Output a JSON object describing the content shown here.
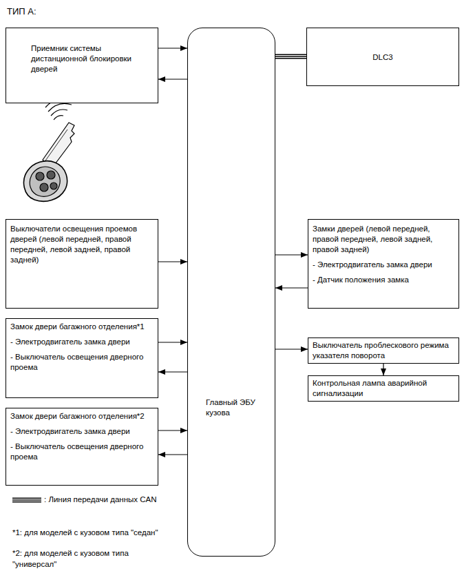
{
  "diagram": {
    "title": "ТИП A:",
    "nodes": [
      {
        "text": [
          "Приемник системы дистанционной блокировки дверей"
        ]
      },
      {
        "text": [
          "DLC3"
        ]
      },
      {
        "text": [
          "Главный ЭБУ кузова"
        ]
      },
      {
        "text": [
          "Выключатели освещения проемов дверей (левой передней, правой передней, левой задней, правой задней)"
        ]
      },
      {
        "text": [
          "Замки дверей (левой передней, правой передней, левой задней, правой задней)",
          "- Электродвигатель замка двери",
          "- Датчик положения замка"
        ]
      },
      {
        "text": [
          "Замок двери багажного отделения*1",
          "- Электродвигатель замка двери",
          "- Выключатель освещения дверного проема"
        ]
      },
      {
        "text": [
          "Выключатель проблескового режима указателя поворота"
        ]
      },
      {
        "text": [
          "Контрольная лампа аварийной сигнализации"
        ]
      },
      {
        "text": [
          "Замок двери багажного отделения*2",
          "- Электродвигатель замка двери",
          "- Выключатель освещения дверного проема"
        ]
      }
    ],
    "edges": [
      {
        "from": 0,
        "to": 2,
        "arrow": "to"
      },
      {
        "from": 2,
        "to": 0,
        "arrow": "to"
      },
      {
        "from": 2,
        "to": 1,
        "arrow": "none"
      },
      {
        "from": 3,
        "to": 2,
        "arrow": "to"
      },
      {
        "from": 2,
        "to": 4,
        "arrow": "to"
      },
      {
        "from": 4,
        "to": 2,
        "arrow": "to"
      },
      {
        "from": 5,
        "to": 2,
        "arrow": "to"
      },
      {
        "from": 2,
        "to": 5,
        "arrow": "to"
      },
      {
        "from": 2,
        "to": 6,
        "arrow": "to"
      },
      {
        "from": 6,
        "to": 7,
        "arrow": "to"
      },
      {
        "from": 8,
        "to": 2,
        "arrow": "to"
      },
      {
        "from": 2,
        "to": 8,
        "arrow": "to"
      }
    ],
    "labels": [
      "*1: для моделей с кузовом типа \"седан\"",
      "*2: для моделей с кузовом типа \"универсал\""
    ],
    "legend": [
      {
        "text": ": Линия передачи данных CAN"
      }
    ]
  }
}
